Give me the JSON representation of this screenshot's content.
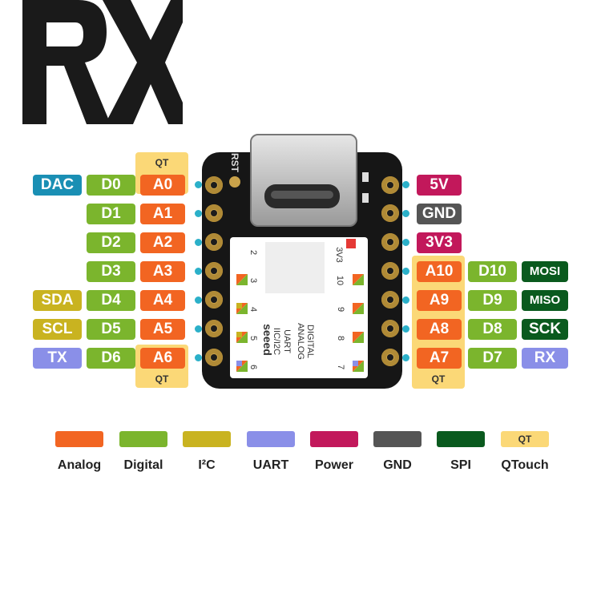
{
  "logo": {
    "text": "RX"
  },
  "board": {
    "usb_label": "RST",
    "silk": {
      "left_nums": [
        "2",
        "3",
        "4",
        "5",
        "6"
      ],
      "right_nums": [
        "3V3",
        "10",
        "9",
        "8",
        "7"
      ],
      "brand": "seeed",
      "legend_lines": [
        "IIC/I2C",
        "UART",
        "ANALOG",
        "DIGITAL"
      ]
    }
  },
  "qt_label": "QT",
  "left_pins": [
    {
      "extra": "DAC",
      "extra_color": "#1a8fb4",
      "digital": "D0",
      "analog": "A0"
    },
    {
      "extra": "",
      "extra_color": "",
      "digital": "D1",
      "analog": "A1"
    },
    {
      "extra": "",
      "extra_color": "",
      "digital": "D2",
      "analog": "A2"
    },
    {
      "extra": "",
      "extra_color": "",
      "digital": "D3",
      "analog": "A3"
    },
    {
      "extra": "SDA",
      "extra_color": "#c9b320",
      "digital": "D4",
      "analog": "A4"
    },
    {
      "extra": "SCL",
      "extra_color": "#c9b320",
      "digital": "D5",
      "analog": "A5"
    },
    {
      "extra": "TX",
      "extra_color": "#8a8fe8",
      "digital": "D6",
      "analog": "A6"
    }
  ],
  "right_pins": [
    {
      "power": "5V",
      "power_color": "#c2185b"
    },
    {
      "power": "GND",
      "power_color": "#555555"
    },
    {
      "power": "3V3",
      "power_color": "#c2185b"
    },
    {
      "analog": "A10",
      "digital": "D10",
      "extra": "MOSI"
    },
    {
      "analog": "A9",
      "digital": "D9",
      "extra": "MISO"
    },
    {
      "analog": "A8",
      "digital": "D8",
      "extra": "SCK"
    },
    {
      "analog": "A7",
      "digital": "D7",
      "extra": "RX",
      "extra_color": "#8a8fe8"
    }
  ],
  "colors": {
    "analog": "#f26522",
    "digital": "#7bb52d",
    "i2c": "#c9b320",
    "uart": "#8a8fe8",
    "power": "#c2185b",
    "gnd": "#555555",
    "spi": "#0a5a1e",
    "qtouch": "#fbd877"
  },
  "legend": [
    {
      "label": "Analog",
      "color": "#f26522"
    },
    {
      "label": "Digital",
      "color": "#7bb52d"
    },
    {
      "label": "I²C",
      "color": "#c9b320"
    },
    {
      "label": "UART",
      "color": "#8a8fe8"
    },
    {
      "label": "Power",
      "color": "#c2185b"
    },
    {
      "label": "GND",
      "color": "#555555"
    },
    {
      "label": "SPI",
      "color": "#0a5a1e"
    },
    {
      "label": "QTouch",
      "color": "#fbd877",
      "badge": "QT"
    }
  ]
}
